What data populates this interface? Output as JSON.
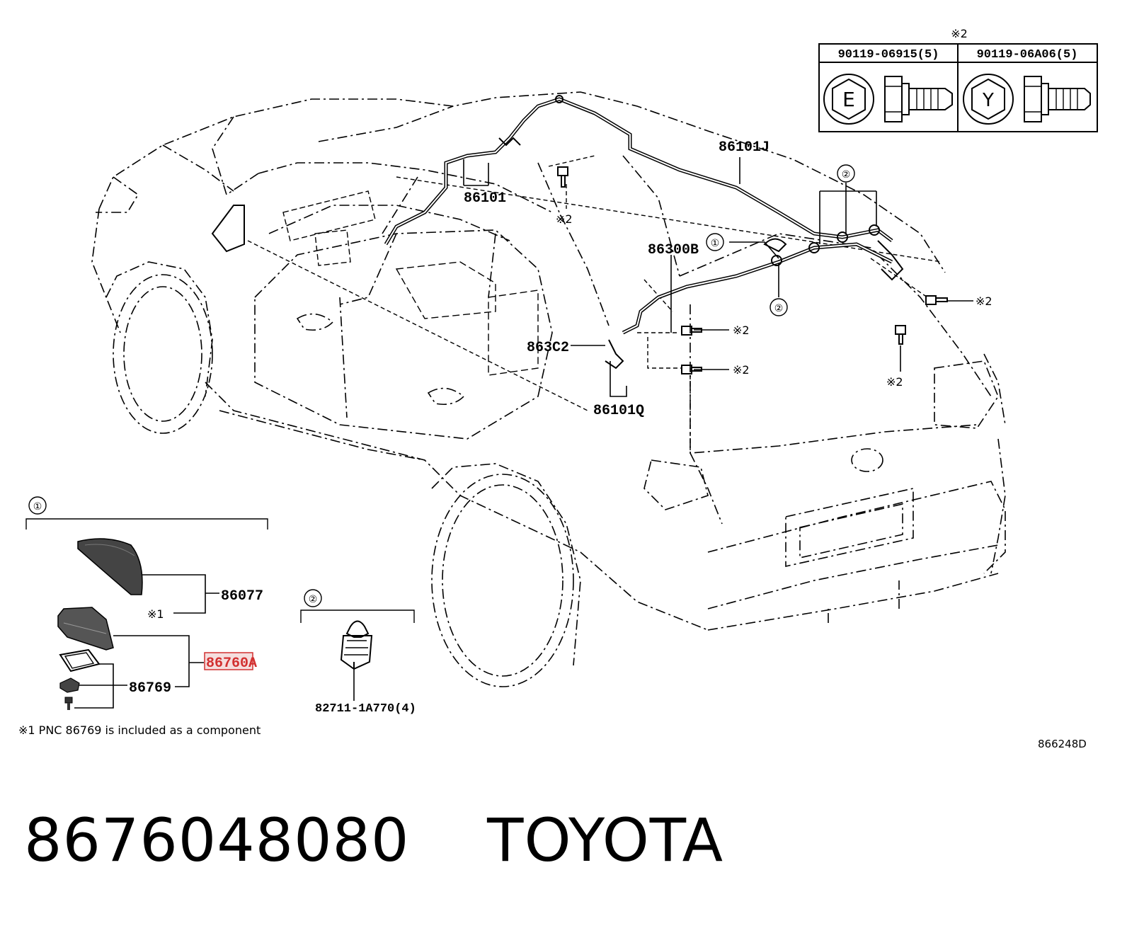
{
  "diagram": {
    "ref_code": "866248D",
    "fastener_table": {
      "header_mark": "※2",
      "columns": [
        {
          "part_no": "90119-06915(5)",
          "head_letter": "E"
        },
        {
          "part_no": "90119-06A06(5)",
          "head_letter": "Y"
        }
      ]
    },
    "callouts": {
      "c1": "①",
      "c2": "②"
    },
    "labels": {
      "p86101J": "86101J",
      "p86101": "86101",
      "p86300B": "86300B",
      "p863C2": "863C2",
      "p86101Q": "86101Q",
      "p86077": "86077",
      "p86760A": "86760A",
      "p86769": "86769",
      "p82711": "82711-1A770(4)",
      "ref1": "※1",
      "ref2": "※2"
    },
    "footnote": "※1 PNC 86769 is included as a component",
    "highlight_color": "#d23030"
  },
  "footer": {
    "part_number": "8676048080",
    "brand": "TOYOTA"
  }
}
